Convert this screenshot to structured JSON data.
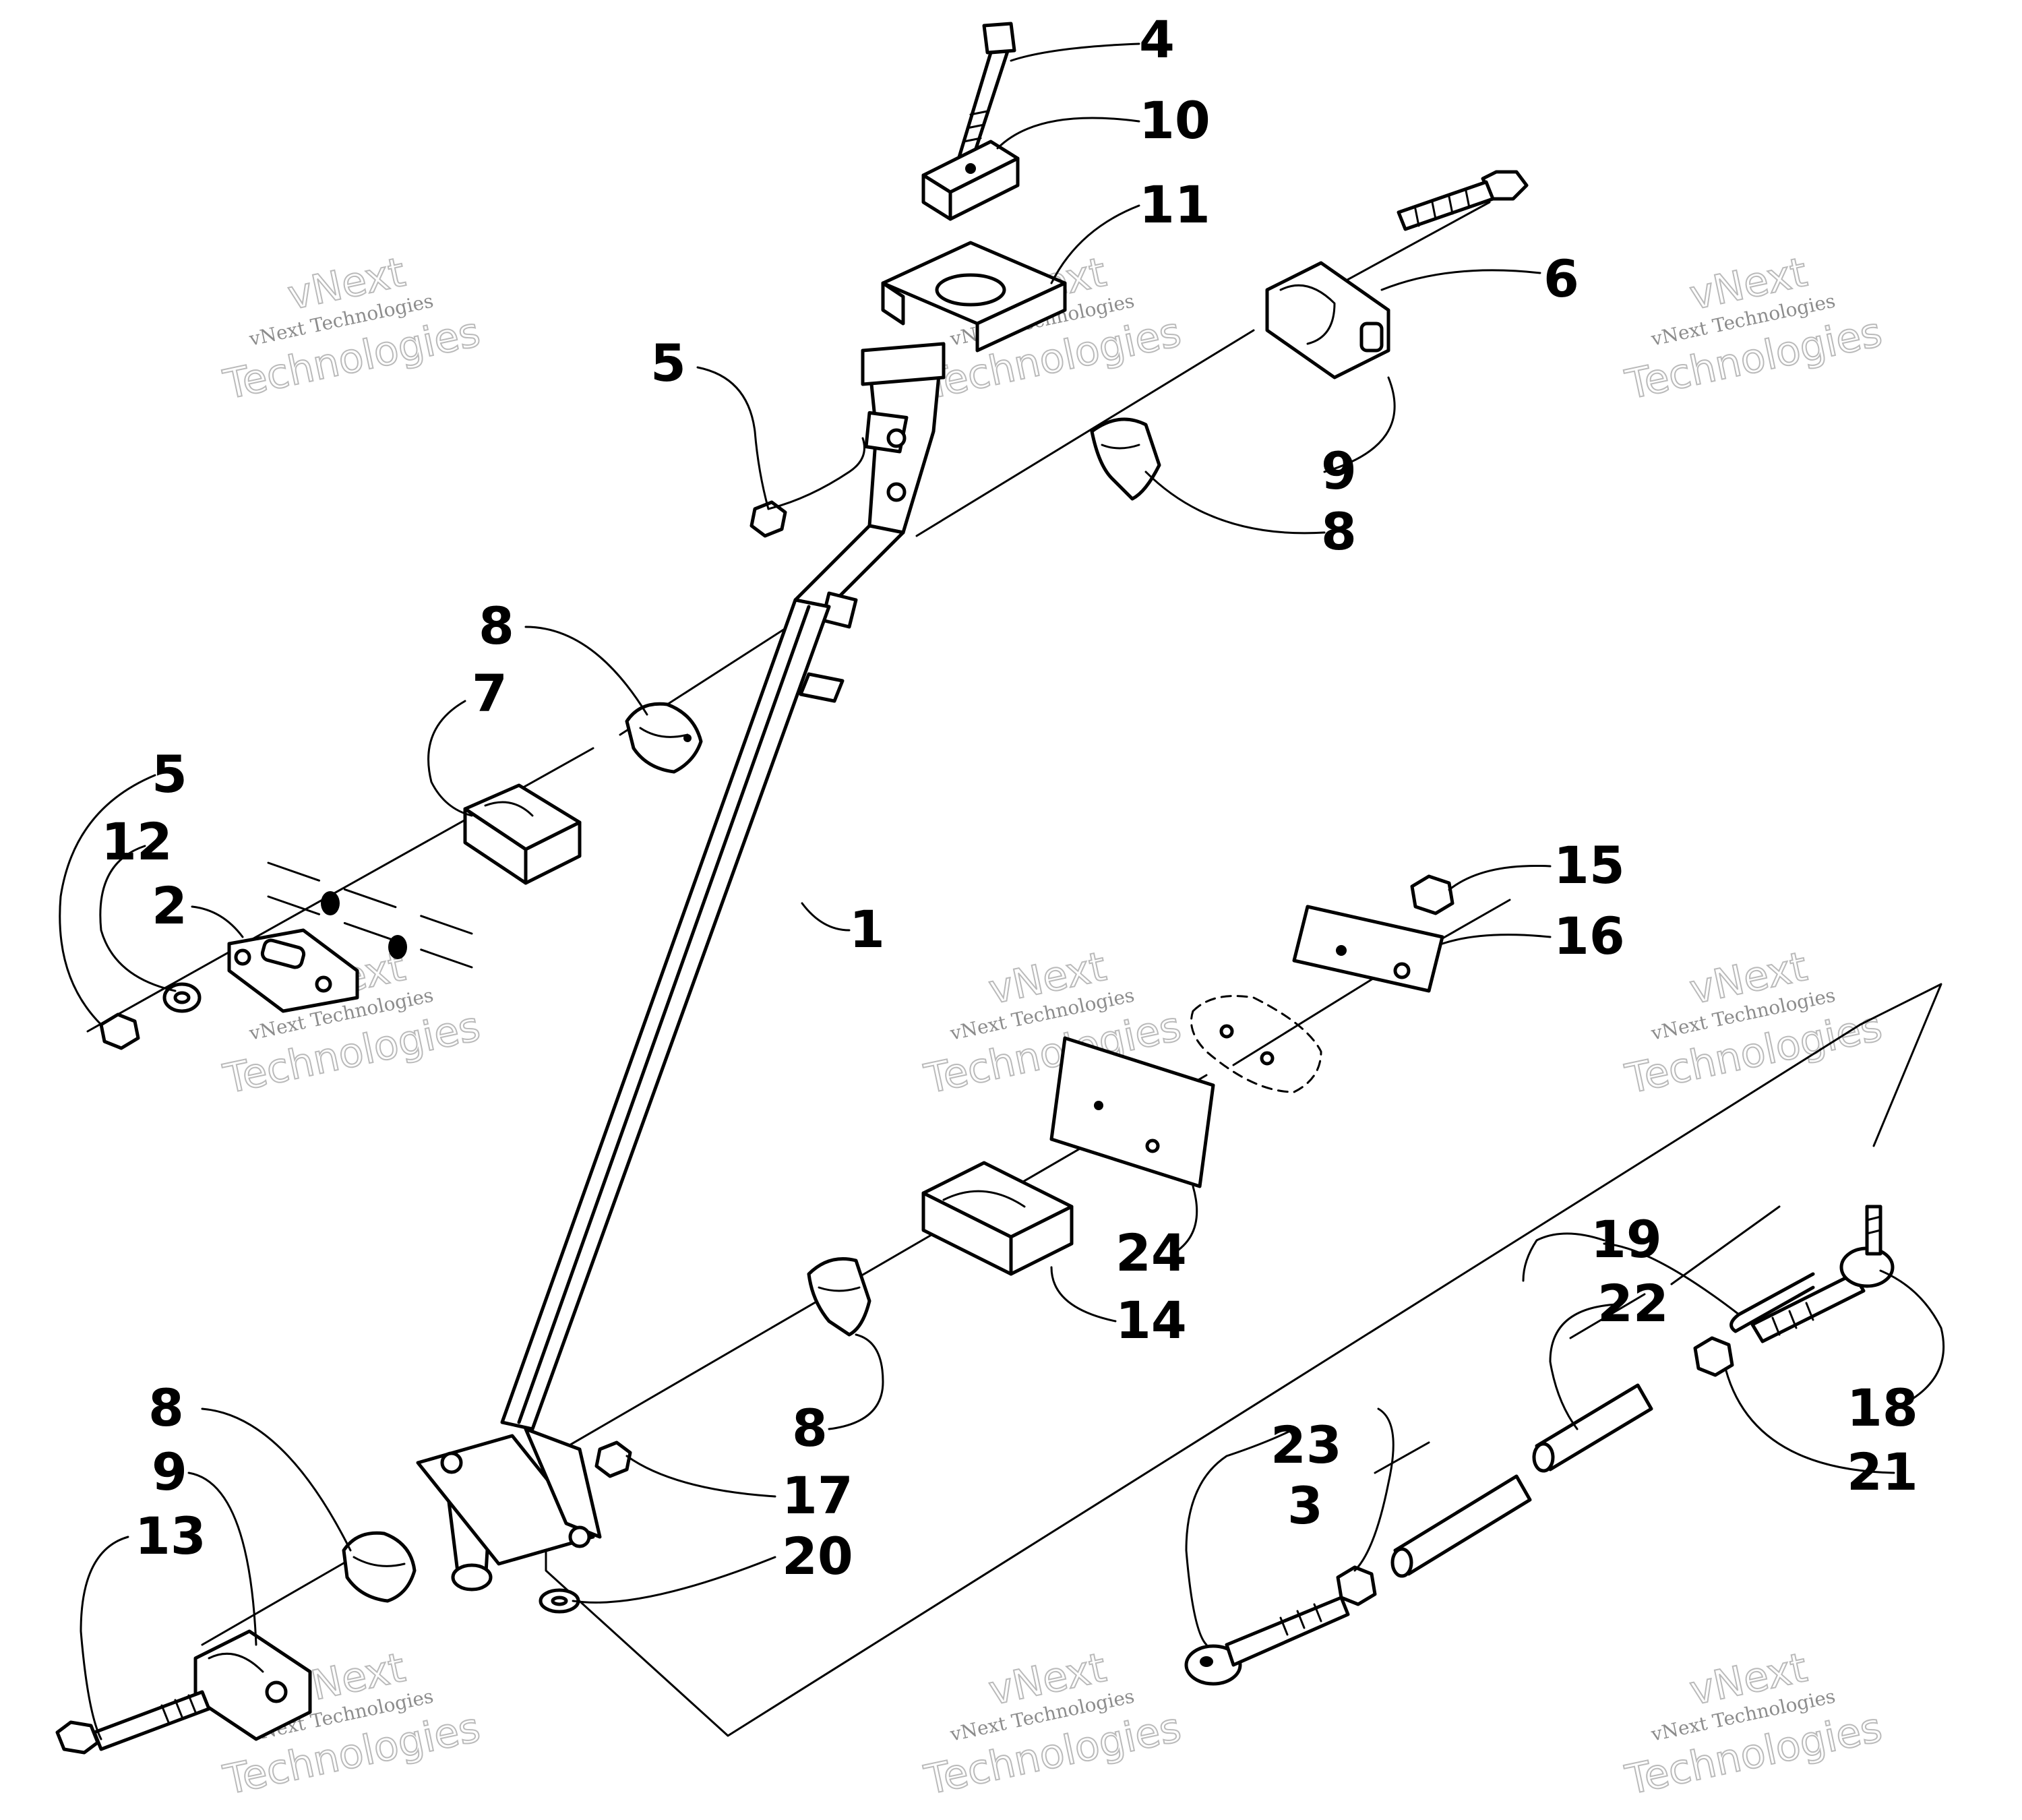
{
  "watermark": {
    "line1": "vNext",
    "line2": "vNext Technologies",
    "line3": "Technologies"
  },
  "callouts": {
    "c1": "1",
    "c2": "2",
    "c3": "3",
    "c4": "4",
    "c5a": "5",
    "c5b": "5",
    "c6": "6",
    "c7": "7",
    "c8a": "8",
    "c8b": "8",
    "c8c": "8",
    "c8d": "8",
    "c9a": "9",
    "c9b": "9",
    "c10": "10",
    "c11": "11",
    "c12": "12",
    "c13": "13",
    "c14": "14",
    "c15": "15",
    "c16": "16",
    "c17": "17",
    "c18": "18",
    "c19": "19",
    "c20": "20",
    "c21": "21",
    "c22": "22",
    "c23": "23",
    "c24": "24"
  }
}
